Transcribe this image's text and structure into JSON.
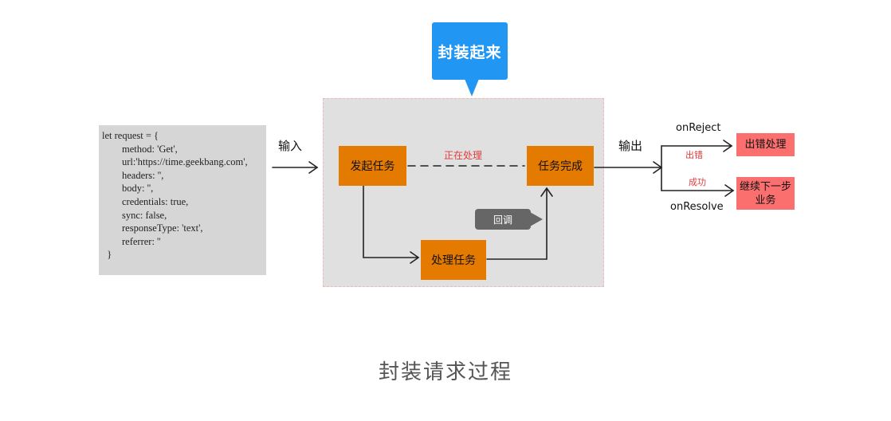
{
  "code": {
    "lines": [
      "let request = {",
      "        method: 'Get',",
      "        url:'https://time.geekbang.com',",
      "        headers: '',",
      "        body: '',",
      "        credentials: true,",
      "        sync: false,",
      "        responseType: 'text',",
      "        referrer: ''",
      "  }"
    ]
  },
  "callout": {
    "label": "封装起来"
  },
  "input_label": "输入",
  "output_label": "输出",
  "nodes": {
    "start_task": "发起任务",
    "processing": "正在处理",
    "task_done": "任务完成",
    "process_task": "处理任务",
    "callback": "回调"
  },
  "outputs": {
    "on_reject": "onReject",
    "error_label": "出错",
    "error_box": "出错处理",
    "success_label": "成功",
    "next_box_line1": "继续下一步",
    "next_box_line2": "业务",
    "on_resolve": "onResolve"
  },
  "caption": "封装请求过程"
}
